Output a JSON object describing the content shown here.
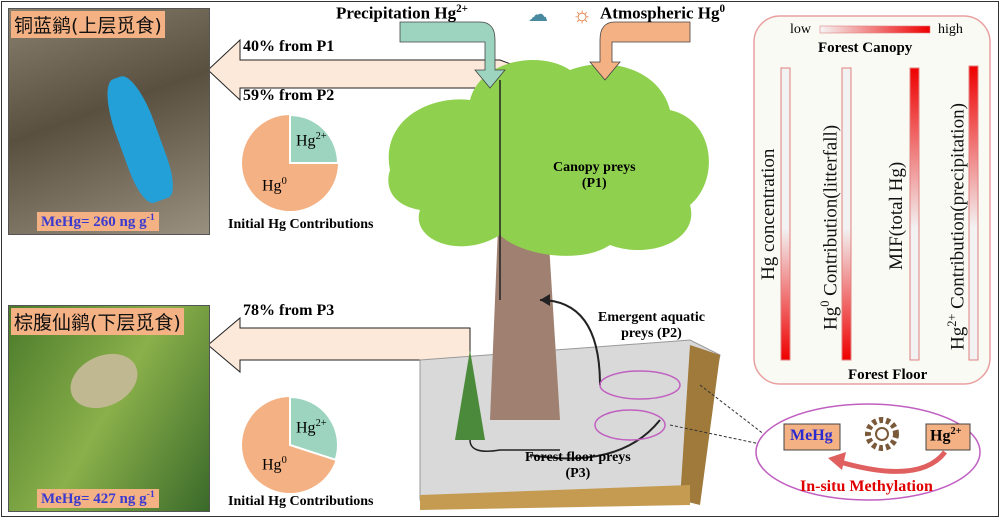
{
  "birds": [
    {
      "name_cn": "铜蓝鹟(上层觅食)",
      "mehg_prefix": "MeHg= 260 ng g",
      "mehg_sup": "-1"
    },
    {
      "name_cn": "棕腹仙鹟(下层觅食)",
      "mehg_prefix": "MeHg= 427 ng g",
      "mehg_sup": "-1"
    }
  ],
  "flows": {
    "p1": "40% from P1",
    "p2": "59% from P2",
    "p3": "78% from P3"
  },
  "inputs": {
    "precip_label": "Precipitation Hg",
    "precip_sup": "2+",
    "atmos_label": "Atmospheric  Hg",
    "atmos_sup": "0"
  },
  "pies": [
    {
      "title": "Initial Hg Contributions",
      "hg2_label": "Hg",
      "hg2_sup": "2+",
      "hg0_label": "Hg",
      "hg0_sup": "0",
      "hg2_fraction": 0.25
    },
    {
      "title": "Initial Hg Contributions",
      "hg2_label": "Hg",
      "hg2_sup": "2+",
      "hg0_label": "Hg",
      "hg0_sup": "0",
      "hg2_fraction": 0.3
    }
  ],
  "preys": {
    "canopy": "Canopy preys",
    "canopy_code": "(P1)",
    "aquatic1": "Emergent aquatic",
    "aquatic2": "preys (P2)",
    "floor": "Forest floor preys",
    "floor_code": "(P3)"
  },
  "panel": {
    "low": "low",
    "high": "high",
    "top": "Forest Canopy",
    "bottom": "Forest Floor",
    "bars": [
      {
        "label": "Hg concentration",
        "sup": "",
        "label2": "",
        "direction": "increase-downward"
      },
      {
        "label": "Hg",
        "sup": "0",
        "label2": " Contribution(litterfall)",
        "direction": "increase-downward"
      },
      {
        "label": "MIF(total Hg)",
        "sup": "",
        "label2": "",
        "direction": "increase-upward"
      },
      {
        "label": "Hg",
        "sup": "2+",
        "label2": " Contribution(precipitation)",
        "direction": "increase-upward"
      }
    ]
  },
  "methylation": {
    "mehg": "MeHg",
    "hg": "Hg",
    "hg_sup": "2+",
    "label": "In-situ Methylation"
  },
  "colors": {
    "hg0": "#f4b183",
    "hg2": "#9dd4c0",
    "red": "#e00000",
    "leaf": "#8fd14f",
    "arrow": "#fde9d9"
  }
}
